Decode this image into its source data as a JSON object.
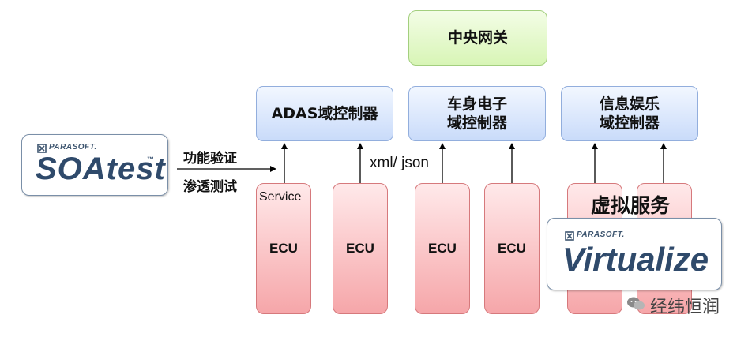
{
  "gateway": {
    "label": "中央网关"
  },
  "domains": [
    {
      "id": "adas",
      "label_line1": "ADAS域控制器",
      "label_line2": ""
    },
    {
      "id": "body",
      "label_line1": "车身电子",
      "label_line2": "域控制器"
    },
    {
      "id": "infotainment",
      "label_line1": "信息娱乐",
      "label_line2": "域控制器"
    }
  ],
  "ecus": [
    {
      "label": "ECU",
      "top_label": "Service"
    },
    {
      "label": "ECU",
      "top_label": ""
    },
    {
      "label": "ECU",
      "top_label": ""
    },
    {
      "label": "ECU",
      "top_label": ""
    },
    {
      "label": "",
      "top_label": ""
    },
    {
      "label": "",
      "top_label": ""
    }
  ],
  "protocol_label": "xml/ json",
  "test_labels": {
    "line1": "功能验证",
    "line2": "渗透测试"
  },
  "virtual_service_label": "虚拟服务",
  "soatest_logo": {
    "brand": "PARASOFT.",
    "product": "SOAtest",
    "trademark": "™"
  },
  "virtualize_logo": {
    "brand": "PARASOFT.",
    "product": "Virtualize"
  },
  "watermark": {
    "text": "经纬恒润"
  },
  "colors": {
    "gateway_fill": "#d8f5b6",
    "domain_fill": "#c9dbfa",
    "ecu_fill": "#f6a6a9",
    "logo_text": "#2f4a6b"
  }
}
